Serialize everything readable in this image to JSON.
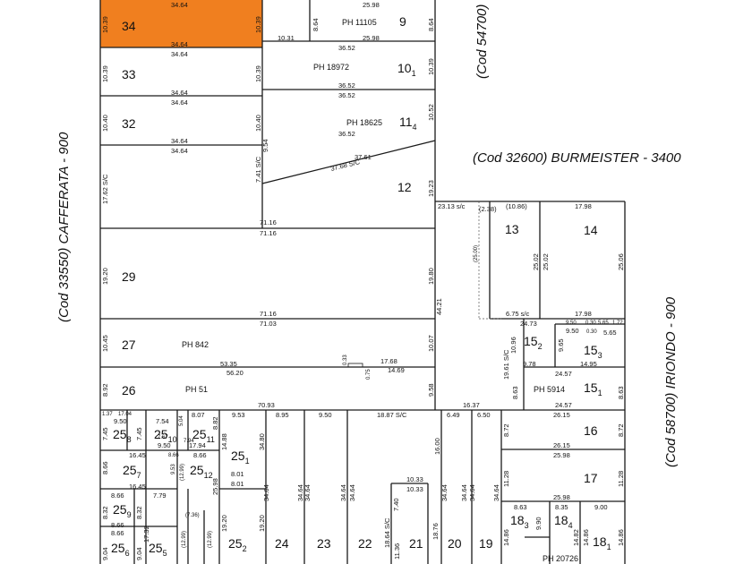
{
  "map": {
    "highlight_color": "#f07f1f",
    "streets": {
      "left": "(Cod 33550) CAFFERATA - 900",
      "top": "(Cod 54700)",
      "middle": "(Cod 32600) BURMEISTER - 3400",
      "right": "(Cod 58700) IRIONDO - 900"
    },
    "parcels": {
      "p34": "34",
      "p33": "33",
      "p32": "32",
      "p29": "29",
      "p27": "27",
      "p26": "26",
      "p9": "9",
      "p12": "12",
      "p13": "13",
      "p14": "14",
      "p16": "16",
      "p17": "17",
      "p24": "24",
      "p23": "23",
      "p22": "22",
      "p21": "21",
      "p20": "20",
      "p19": "19",
      "p10": "10",
      "p10_sub": "1",
      "p11": "11",
      "p11_sub": "4",
      "p15_2": "15",
      "p15_2_sub": "2",
      "p15_3": "15",
      "p15_3_sub": "3",
      "p15_1": "15",
      "p15_1_sub": "1",
      "p25_8": "25",
      "p25_8_sub": "8",
      "p25_10": "25",
      "p25_10_sub": "10",
      "p25_11": "25",
      "p25_11_sub": "11",
      "p25_1": "25",
      "p25_1_sub": "1",
      "p25_7": "25",
      "p25_7_sub": "7",
      "p25_12": "25",
      "p25_12_sub": "12",
      "p25_9": "25",
      "p25_9_sub": "9",
      "p25_6": "25",
      "p25_6_sub": "6",
      "p25_5": "25",
      "p25_5_sub": "5",
      "p25_2": "25",
      "p25_2_sub": "2",
      "p18_3": "18",
      "p18_3_sub": "3",
      "p18_4": "18",
      "p18_4_sub": "4",
      "p18_1": "18",
      "p18_1_sub": "1"
    },
    "ph": {
      "ph11105": "PH 11105",
      "ph18972": "PH 18972",
      "ph18625": "PH 18625",
      "ph842": "PH 842",
      "ph51": "PH 51",
      "ph5914": "PH 5914",
      "ph20726": "PH 20726"
    },
    "dims": {
      "d1": "34.64",
      "d2": "34.64",
      "d3": "34.64",
      "d4": "34.64",
      "d5": "34.64",
      "d6": "34.64",
      "d7": "34.64",
      "d8": "10.39",
      "d9": "10.39",
      "d10": "10.39",
      "d11": "10.39",
      "d12": "10.40",
      "d13": "10.40",
      "d14": "25.98",
      "d15": "25.98",
      "d16": "10.31",
      "d17": "8.64",
      "d18": "8.64",
      "d19": "36.52",
      "d20": "36.52",
      "d21": "36.52",
      "d22": "36.52",
      "d23": "10.39",
      "d24": "10.52",
      "d25": "9.54",
      "d26": "37.61",
      "d27": "37.68 S/C",
      "d28": "7.41 S/C",
      "d29": "17.62 S/C",
      "d30": "19.23",
      "d31": "71.16",
      "d32": "71.16",
      "d33": "19.20",
      "d34": "19.80",
      "d35": "71.16",
      "d36": "71.03",
      "d37": "10.45",
      "d38": "10.07",
      "d39": "53.35",
      "d40": "56.20",
      "d41": "17.68",
      "d42": "14.69",
      "d43": "0.33",
      "d44": "0.75",
      "d45": "8.92",
      "d46": "9.58",
      "d47": "70.93",
      "d48": "44.21",
      "d49": "23.13 s/c",
      "d50": "(2.38)",
      "d51": "(10.86)",
      "d52": "17.98",
      "d53": "(25.00)",
      "d54": "25.02",
      "d55": "25.02",
      "d56": "25.06",
      "d57": "6.75 s/c",
      "d58": "17.98",
      "d59": "24.73",
      "d60": "9.50",
      "d61": "0.30",
      "d62": "5.65",
      "d63": "1.72",
      "d64": "9.50",
      "d65": "0.30",
      "d66": "5.65",
      "d67": "10.96",
      "d68": "9.65",
      "d69": "19.61 S/C",
      "d70": "9.78",
      "d71": "14.95",
      "d72": "24.57",
      "d73": "8.63",
      "d74": "8.63",
      "d75": "24.57",
      "d76": "16.37",
      "d77": "26.15",
      "d78": "8.72",
      "d79": "8.72",
      "d80": "26.15",
      "d81": "25.98",
      "d82": "11.28",
      "d83": "11.28",
      "d84": "25.98",
      "d85": "8.63",
      "d86": "8.35",
      "d87": "9.00",
      "d88": "9.90",
      "d89": "14.86",
      "d90": "14.82",
      "d91": "14.86",
      "d92": "14.86",
      "d93": "1.37",
      "d94": "17.04",
      "d95": "9.50",
      "d96": "7.54",
      "d97": "5.04",
      "d98": "8.07",
      "d99": "7.45",
      "d100": "7.45",
      "d101": "9.50",
      "d102": "7.67",
      "d103": "7.94",
      "d104": "17.94",
      "d105": "8.82",
      "d106": "9.53",
      "d107": "14.88",
      "d108": "34.80",
      "d109": "8.95",
      "d110": "9.50",
      "d111": "18.87 S/C",
      "d112": "6.49",
      "d113": "6.50",
      "d114": "16.00",
      "d115": "16.45",
      "d116": "8.66",
      "d117": "(12.99)",
      "d118": "8.66",
      "d119": "8.66",
      "d120": "16.45",
      "d121": "8.01",
      "d122": "8.01",
      "d123": "25.98",
      "d124": "19.20",
      "d125": "19.20",
      "d126": "34.64",
      "d127": "34.64",
      "d128": "34.64",
      "d129": "34.64",
      "d130": "34.64",
      "d131": "34.64",
      "d132": "34.64",
      "d133": "34.64",
      "d134": "34.64",
      "d135": "10.33",
      "d136": "10.33",
      "d137": "7.40",
      "d138": "18.64 S/C",
      "d139": "18.76",
      "d140": "11.36",
      "d141": "8.66",
      "d142": "7.79",
      "d143": "8.32",
      "d144": "8.32",
      "d145": "8.66",
      "d146": "8.66",
      "d147": "(7.36)",
      "d148": "17.32",
      "d149": "9.04",
      "d150": "9.04",
      "d151": "(12.99)",
      "d152": "(12.99)",
      "d153": "9.53"
    }
  }
}
